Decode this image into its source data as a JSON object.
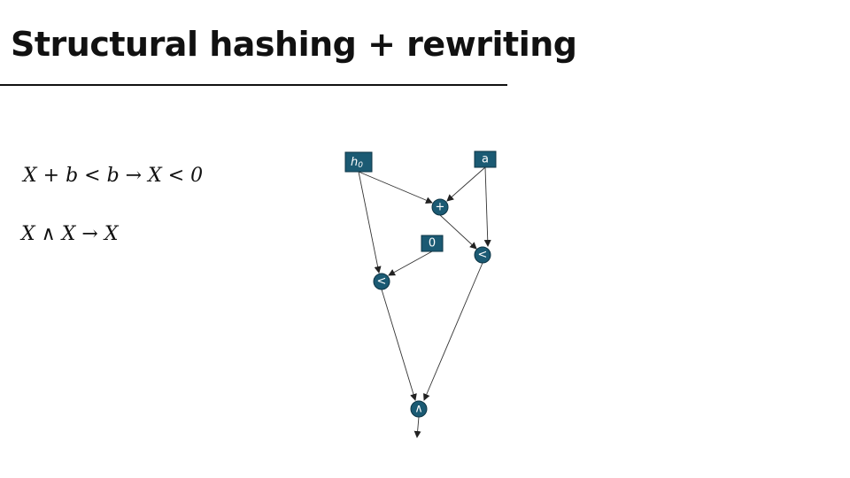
{
  "title": "Structural hashing + rewriting",
  "rules": [
    "X + b < b  → X < 0",
    "X ∧ X → X"
  ],
  "colors": {
    "node": "#1b5a73"
  },
  "nodes": {
    "h0": {
      "label": "h",
      "sub": "0"
    },
    "a": {
      "label": "a"
    },
    "plus": {
      "label": "+"
    },
    "zero": {
      "label": "0"
    },
    "lt_right": {
      "label": "<"
    },
    "lt_left": {
      "label": "<"
    },
    "and": {
      "label": "∧"
    }
  }
}
